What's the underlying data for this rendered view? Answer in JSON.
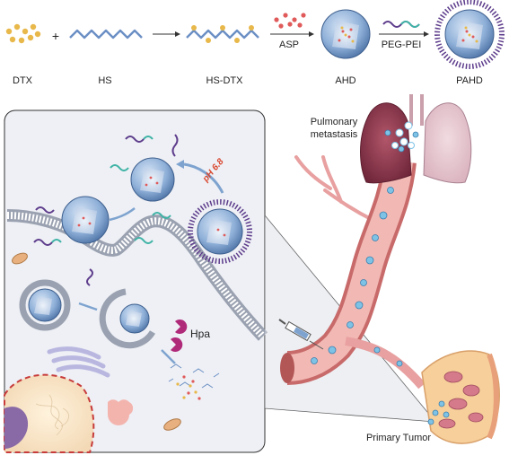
{
  "synthesis": {
    "dtx": "DTX",
    "plus": "+",
    "hs": "HS",
    "hs_dtx": "HS-DTX",
    "asp": "ASP",
    "ahd": "AHD",
    "peg_pei": "PEG-PEI",
    "pahd": "PAHD"
  },
  "cell_panel": {
    "ph_label": "pH 6.8",
    "enzyme_label": "Hpa"
  },
  "body": {
    "lung_label_line1": "Pulmonary",
    "lung_label_line2": "metastasis",
    "tumor_label": "Primary Tumor"
  },
  "colors": {
    "dtx_dot": "#e8b84a",
    "hs_chain": "#6b8fc4",
    "asp_dot": "#e05a5a",
    "nanoparticle": "#7ea3cf",
    "peg_purple": "#5e3d8c",
    "peg_teal": "#3fb3a6",
    "vessel": "#e8a0a0",
    "enzyme": "#b02a7a",
    "ph_label": "#d9462e"
  }
}
